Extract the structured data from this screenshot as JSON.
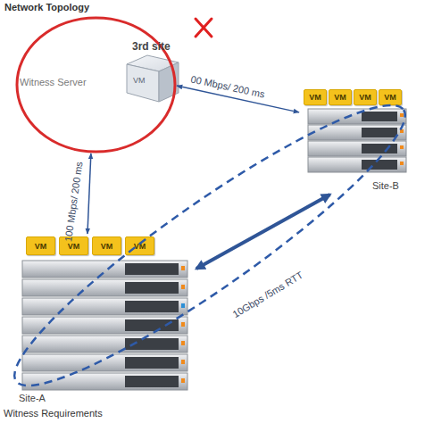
{
  "diagram": {
    "title": "Network Topology",
    "caption": "Witness Requirements",
    "nodes": [
      {
        "text": [
          "3rd site",
          "Witness Server"
        ]
      },
      {
        "text": [
          "VM"
        ],
        "in": 0
      },
      {
        "text": [
          "Site-B"
        ]
      },
      {
        "text": [
          "VM"
        ],
        "in": 2
      },
      {
        "text": [
          "VM"
        ],
        "in": 2
      },
      {
        "text": [
          "VM"
        ],
        "in": 2
      },
      {
        "text": [
          "VM"
        ],
        "in": 2
      },
      {
        "text": [
          "Site-A"
        ]
      },
      {
        "text": [
          "VM"
        ],
        "in": 7
      },
      {
        "text": [
          "VM"
        ],
        "in": 7
      },
      {
        "text": [
          "VM"
        ],
        "in": 7
      },
      {
        "text": [
          "VM"
        ],
        "in": 7
      }
    ],
    "edges": [
      {
        "from": 0,
        "to": 2,
        "label": "00 Mbps/ 200 ms",
        "arrow": "both"
      },
      {
        "from": 0,
        "to": 7,
        "label": "100 Mbps/ 200 ms",
        "arrow": "both"
      },
      {
        "from": 7,
        "to": 2,
        "label": "10Gbps /5ms RTT",
        "arrow": "both"
      }
    ]
  }
}
